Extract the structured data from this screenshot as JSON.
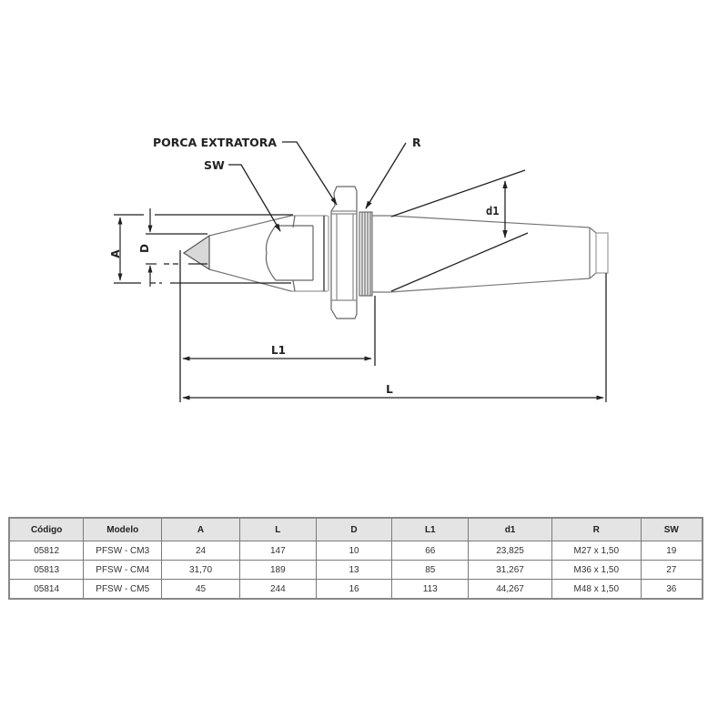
{
  "drawing": {
    "callouts": {
      "porca_extratora": "PORCA EXTRATORA",
      "sw": "SW",
      "r": "R"
    },
    "dimensions": {
      "a": "A",
      "d": "D",
      "d1": "d1",
      "l1": "L1",
      "l": "L"
    }
  },
  "table": {
    "headers": [
      "Código",
      "Modelo",
      "A",
      "L",
      "D",
      "L1",
      "d1",
      "R",
      "SW"
    ],
    "rows": [
      [
        "05812",
        "PFSW - CM3",
        "24",
        "147",
        "10",
        "66",
        "23,825",
        "M27 x 1,50",
        "19"
      ],
      [
        "05813",
        "PFSW - CM4",
        "31,70",
        "189",
        "13",
        "85",
        "31,267",
        "M36 x 1,50",
        "27"
      ],
      [
        "05814",
        "PFSW - CM5",
        "45",
        "244",
        "16",
        "113",
        "44,267",
        "M48 x 1,50",
        "36"
      ]
    ]
  }
}
